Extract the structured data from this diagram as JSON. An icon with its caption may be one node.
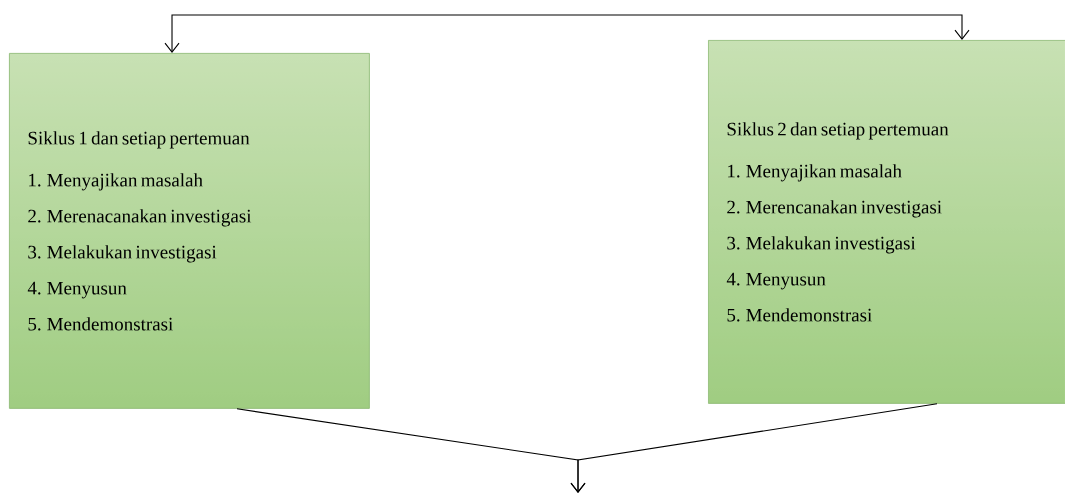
{
  "diagram": {
    "nodes": [
      {
        "text": [
          "Siklus 1 dan setiap pertemuan",
          "1. Menyajikan masalah",
          "2. Merenacanakan investigasi",
          "3. Melakukan investigasi",
          "4. Menyusun",
          "5. Mendemonstrasi"
        ]
      },
      {
        "text": [
          "Siklus 2 dan setiap pertemuan",
          "1. Menyajikan masalah",
          "2. Merencanakan investigasi",
          "3. Melakukan investigasi",
          "4. Menyusun",
          "5. Mendemonstrasi"
        ]
      }
    ],
    "edges": [
      {
        "from": 0,
        "to": 1,
        "arrow": "both"
      },
      {
        "from": 0,
        "to": null,
        "arrow": "to"
      },
      {
        "from": 1,
        "to": null,
        "arrow": "to"
      }
    ]
  }
}
